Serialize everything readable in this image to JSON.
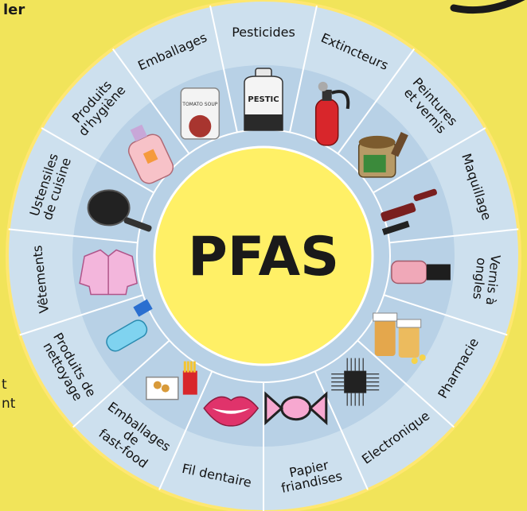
{
  "center_label": "PFAS",
  "segments": [
    {
      "lines": [
        "Pesticides"
      ],
      "icon": "bottle-icon",
      "icon_text": "PESTIC"
    },
    {
      "lines": [
        "Extincteurs"
      ],
      "icon": "fire-extinguisher-icon"
    },
    {
      "lines": [
        "Peintures",
        "et vernis"
      ],
      "icon": "paint-can-icon"
    },
    {
      "lines": [
        "Maquillage"
      ],
      "icon": "mascara-icon"
    },
    {
      "lines": [
        "Vernis à",
        "ongles"
      ],
      "icon": "nail-polish-icon"
    },
    {
      "lines": [
        "Pharmacie"
      ],
      "icon": "pill-bottle-icon"
    },
    {
      "lines": [
        "Electronique"
      ],
      "icon": "microchip-icon"
    },
    {
      "lines": [
        "Papier",
        "friandises"
      ],
      "icon": "candy-icon"
    },
    {
      "lines": [
        "Fil dentaire"
      ],
      "icon": "lips-icon"
    },
    {
      "lines": [
        "Emballages",
        "de",
        "fast-food"
      ],
      "icon": "fast-food-box-icon"
    },
    {
      "lines": [
        "Produits de",
        "nettoyage"
      ],
      "icon": "spray-bottle-icon"
    },
    {
      "lines": [
        "Vêtements"
      ],
      "icon": "jacket-icon"
    },
    {
      "lines": [
        "Ustensiles",
        "de cuisine"
      ],
      "icon": "frying-pan-icon"
    },
    {
      "lines": [
        "Produits",
        "d'hygiène"
      ],
      "icon": "shampoo-bottle-icon"
    },
    {
      "lines": [
        "Emballages"
      ],
      "icon": "food-pouch-icon",
      "icon_text": "TOMATO SOUP"
    }
  ],
  "edge_text": {
    "top_left": "ler",
    "left_fragment": [
      "t",
      "nt"
    ]
  },
  "colors": {
    "background": "#f1e45a",
    "wheel_outer": "#cde0ee",
    "wheel_inner": "#b8d1e6",
    "wheel_border": "#ffe770",
    "center": "#fff066",
    "divider": "#ffffff"
  }
}
